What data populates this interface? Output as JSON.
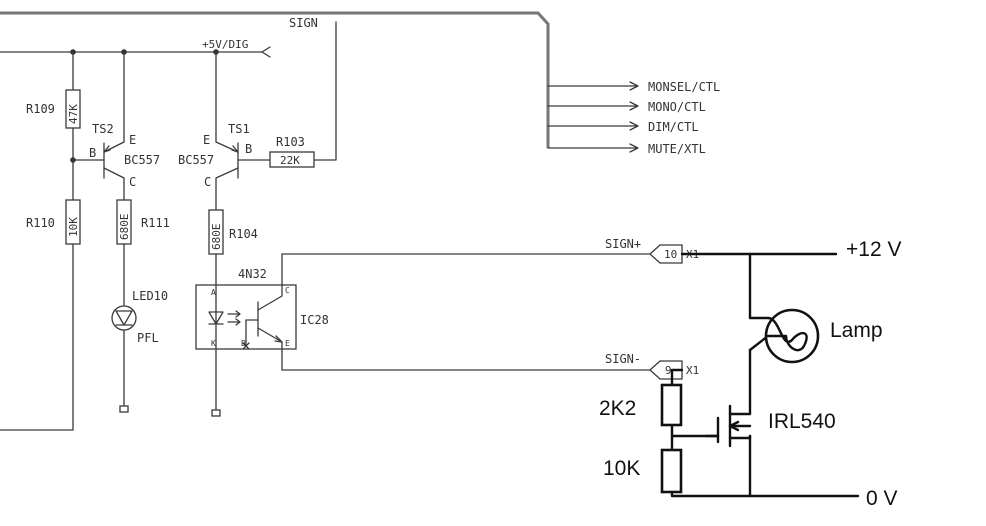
{
  "nets": {
    "sign": "SIGN",
    "vdig": "+5V/DIG",
    "monsel": "MONSEL/CTL",
    "mono": "MONO/CTL",
    "dim": "DIM/CTL",
    "mute": "MUTE/XTL",
    "sign_plus": "SIGN+",
    "sign_minus": "SIGN-"
  },
  "components": {
    "r109": {
      "ref": "R109",
      "value": "47K"
    },
    "r110": {
      "ref": "R110",
      "value": "10K"
    },
    "r111": {
      "ref": "R111",
      "value": "680E"
    },
    "r103": {
      "ref": "R103",
      "value": "22K"
    },
    "r104": {
      "ref": "R104",
      "value": "680E"
    },
    "ts2": {
      "ref": "TS2",
      "type": "BC557",
      "pins": {
        "b": "B",
        "e": "E",
        "c": "C"
      }
    },
    "ts1": {
      "ref": "TS1",
      "type": "BC557",
      "pins": {
        "b": "B",
        "e": "E",
        "c": "C"
      }
    },
    "led10": {
      "ref": "LED10",
      "label": "PFL"
    },
    "ic28": {
      "ref": "IC28",
      "type": "4N32",
      "pins": {
        "a": "A",
        "k": "K",
        "b": "B",
        "c": "C",
        "e": "E"
      }
    },
    "x1_pin10": {
      "pin": "10",
      "conn": "X1"
    },
    "x1_pin9": {
      "pin": "9",
      "conn": "X1"
    }
  },
  "added_circuit": {
    "supply": "+12 V",
    "ground": "0 V",
    "lamp": "Lamp",
    "mosfet": "IRL540",
    "r_top": "2K2",
    "r_bottom": "10K"
  }
}
